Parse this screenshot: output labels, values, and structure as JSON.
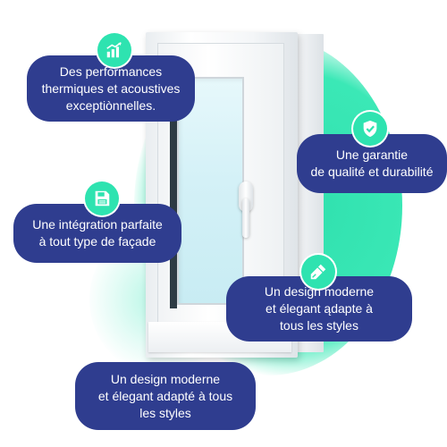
{
  "features": {
    "f1": {
      "lines": [
        "Des performances",
        "thermiques et acoustives",
        "exceptiònnelles."
      ],
      "icon": "chart-growth-icon"
    },
    "f2": {
      "lines": [
        "Une garantie",
        "de qualité et durabilité"
      ],
      "icon": "shield-check-icon"
    },
    "f3": {
      "lines": [
        "Une intégration parfaite",
        "à tout type de façade"
      ],
      "icon": "floppy-disk-icon"
    },
    "f4": {
      "lines": [
        "Un design moderne",
        "et élegant ądapte à",
        "tous les styles"
      ],
      "icon": "pen-tool-icon"
    },
    "f5": {
      "lines": [
        "Un design moderne",
        "et élegant adapté à tous",
        "les styles"
      ]
    }
  },
  "colors": {
    "bubble": "#2f3d8f",
    "accent": "#2ee3b0",
    "glow": "#3be8b6"
  }
}
